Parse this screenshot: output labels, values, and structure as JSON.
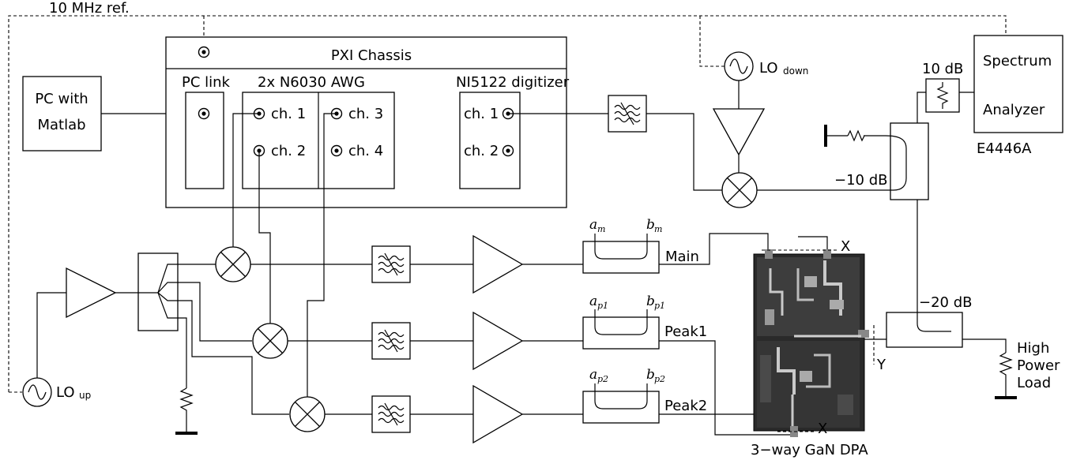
{
  "labels": {
    "ref": "10 MHz ref.",
    "pxi_chassis": "PXI Chassis",
    "pc_link": "PC link",
    "awg": "2x N6030 AWG",
    "digitizer": "NI5122 digitizer",
    "pc_line1": "PC with",
    "pc_line2": "Matlab",
    "awg_ch1": "ch. 1",
    "awg_ch2": "ch. 2",
    "awg_ch3": "ch. 3",
    "awg_ch4": "ch. 4",
    "dig_ch1": "ch. 1",
    "dig_ch2": "ch. 2",
    "lo_down": "LO",
    "lo_down_sub": "down",
    "lo_up": "LO",
    "lo_up_sub": "up",
    "att_10db": "10 dB",
    "sa_line1": "Spectrum",
    "sa_line2": "Analyzer",
    "sa_model": "E4446A",
    "coupler_10db": "−10 dB",
    "coupler_20db": "−20 dB",
    "main": "Main",
    "peak1": "Peak1",
    "peak2": "Peak2",
    "dpa": "3−way GaN DPA",
    "x_top": "X",
    "x_bottom": "X",
    "y_port": "Y",
    "load_line1": "High",
    "load_line2": "Power",
    "load_line3": "Load",
    "am_base": "a",
    "am_sub": "m",
    "bm_base": "b",
    "bm_sub": "m",
    "ap1_base": "a",
    "ap1_sub": "p1",
    "bp1_base": "b",
    "bp1_sub": "p1",
    "ap2_base": "a",
    "ap2_sub": "p2",
    "bp2_base": "b",
    "bp2_sub": "p2"
  },
  "icons": [
    "mixer-icon",
    "amplifier-icon",
    "bandpass-filter-icon",
    "resistor-icon",
    "ground-icon",
    "sine-source-icon",
    "connector-icon",
    "directional-coupler-icon",
    "attenuator-icon"
  ]
}
